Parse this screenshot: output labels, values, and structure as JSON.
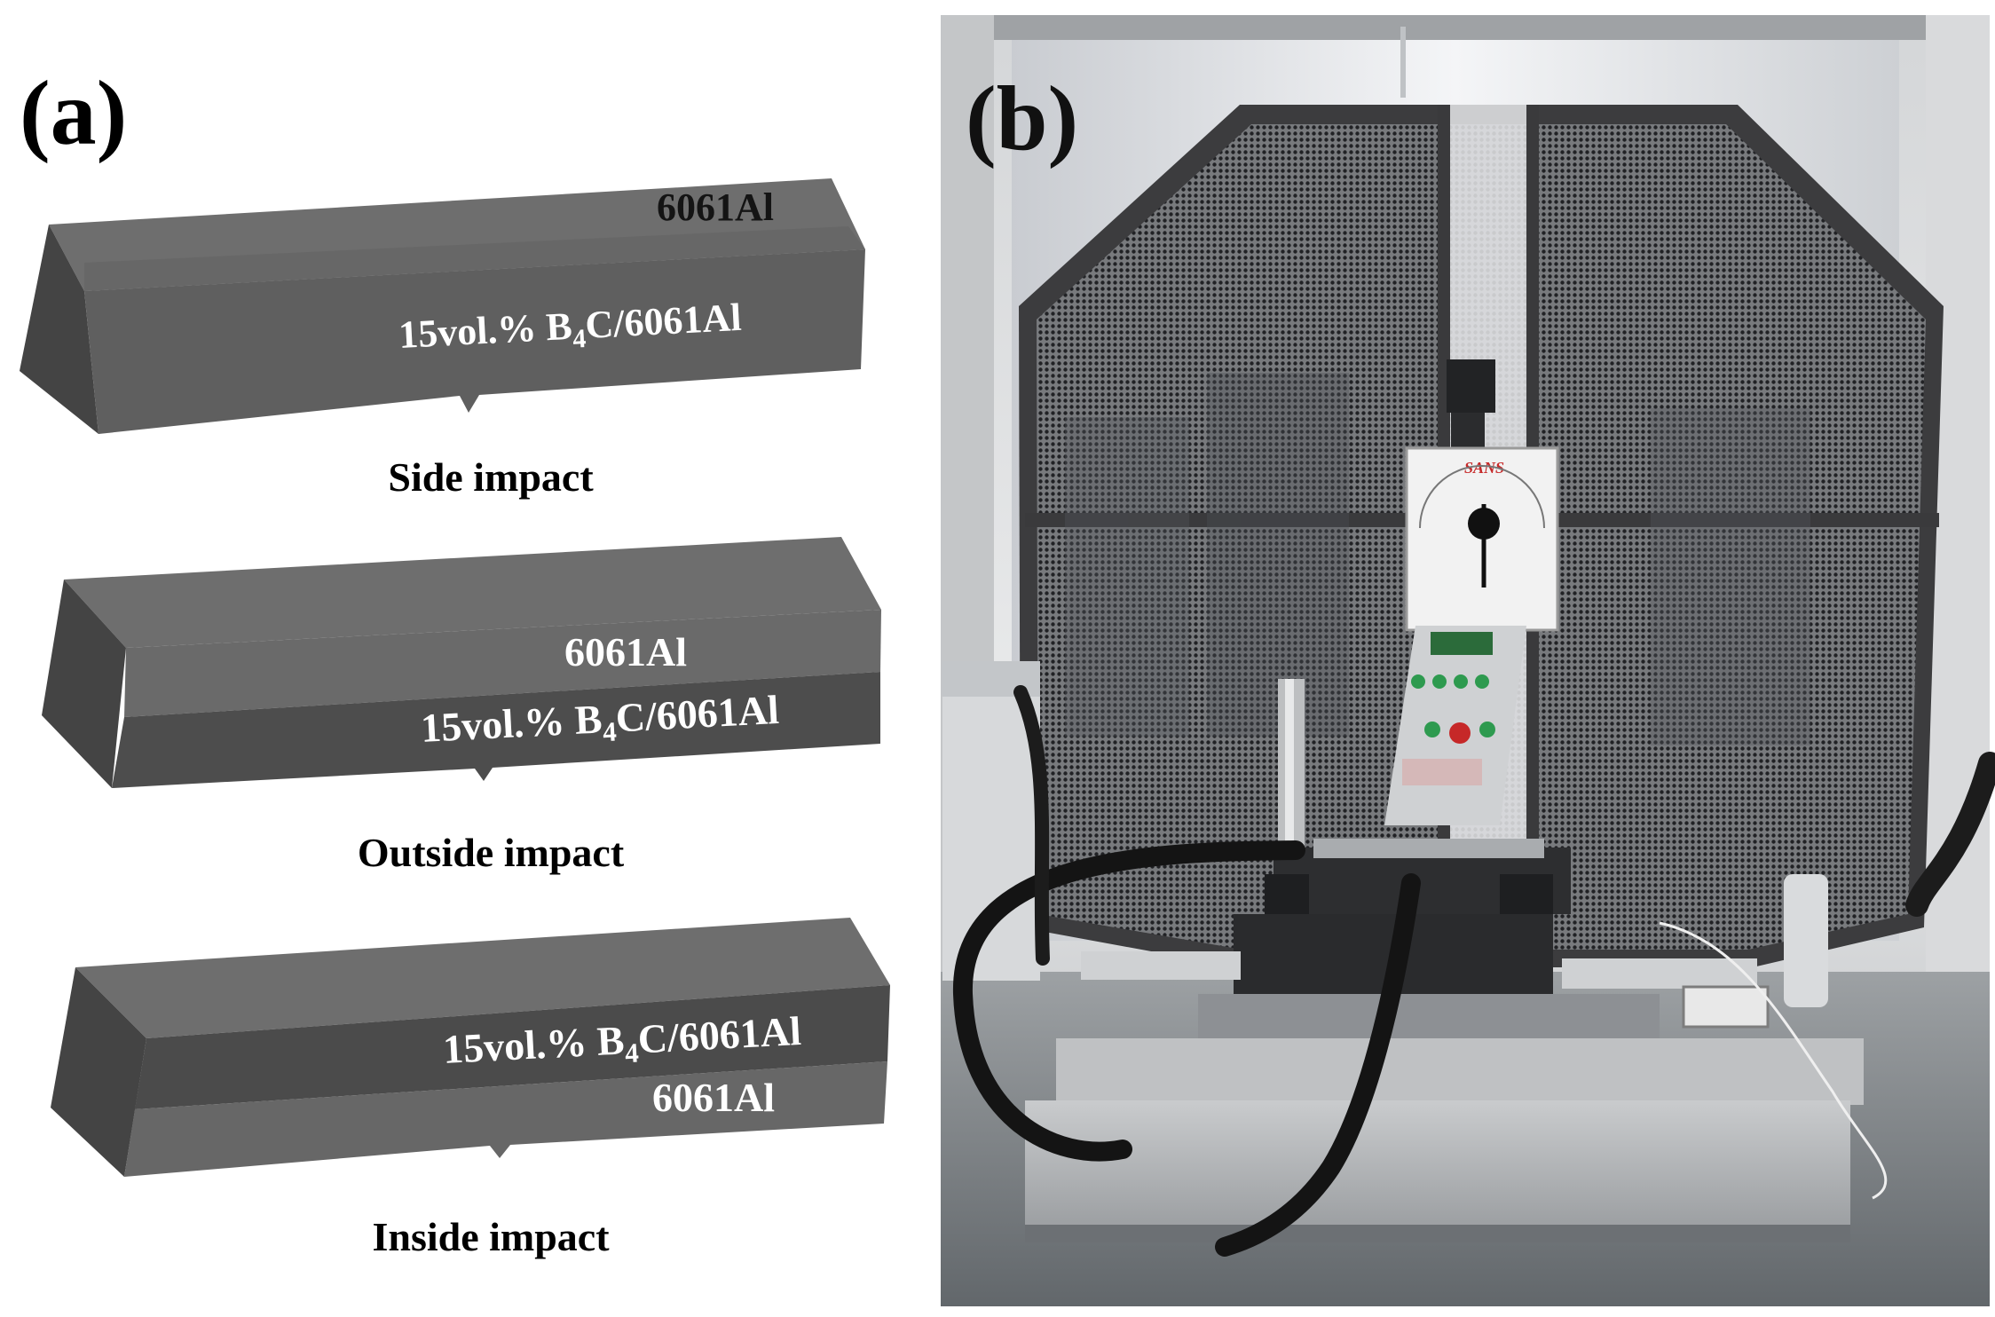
{
  "panel_a": {
    "label": "(a)",
    "layer_top": "6061Al",
    "composite_prefix": "15vol.% B",
    "composite_sub": "4",
    "composite_suffix": "C/6061Al",
    "captions": {
      "side": "Side impact",
      "outside": "Outside impact",
      "inside": "Inside impact"
    }
  },
  "panel_b": {
    "label": "(b)",
    "brand_logo_text": "SANS"
  },
  "colors": {
    "bar_top": "#6e6e6e",
    "bar_front": "#5f5f5f",
    "bar_end": "#444444",
    "bar_front_dark": "#4a4a4a",
    "frame": "#3c3c3e",
    "window_glow": "#eef0f2",
    "floor": "#8e9296"
  }
}
